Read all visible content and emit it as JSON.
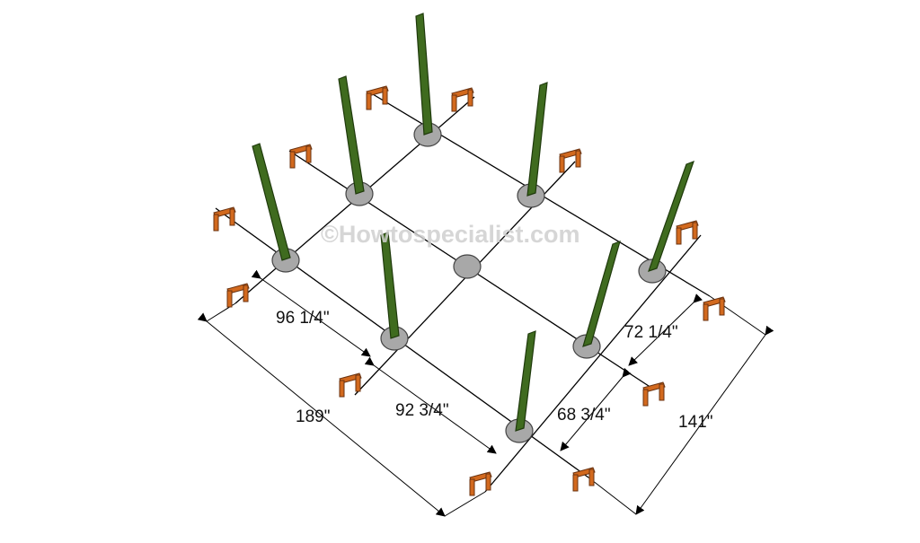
{
  "watermark": "©Howtospecialist.com",
  "dimensions": {
    "overall_length": "189\"",
    "bay_1_length": "96 1/4\"",
    "bay_2_length": "92 3/4\"",
    "overall_width": "141\"",
    "bay_1_width": "72 1/4\"",
    "bay_2_width": "68 3/4\""
  },
  "colors": {
    "post": "#3f6b1f",
    "footing": "#a8a8a8",
    "batter_board": "#d2691e",
    "line": "#000000"
  }
}
